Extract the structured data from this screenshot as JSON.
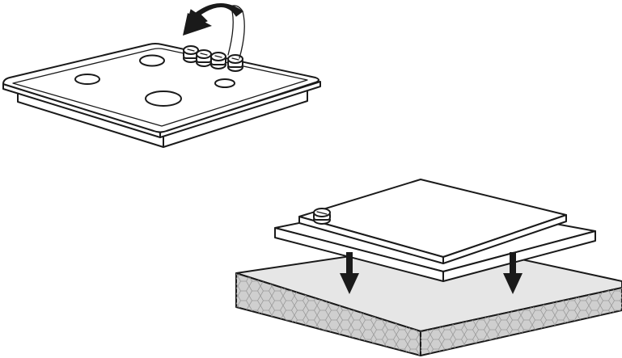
{
  "figure": {
    "step1": {
      "description_hidden": "",
      "parts": {
        "cooktop": "hob-panel",
        "knobs_count": 4,
        "burners_count": 4,
        "action": "remove-knobs"
      }
    },
    "step2": {
      "parts": {
        "cooktop": "hob-panel",
        "countertop": "worktop",
        "action": "lower-into-cutout",
        "arrows_count": 2
      }
    },
    "colors": {
      "line": "#1a1a1a",
      "fill": "#ffffff",
      "worktop_top": "#e6e6e6",
      "worktop_edge": "#cfcfcf",
      "arrow": "#1a1a1a"
    }
  }
}
